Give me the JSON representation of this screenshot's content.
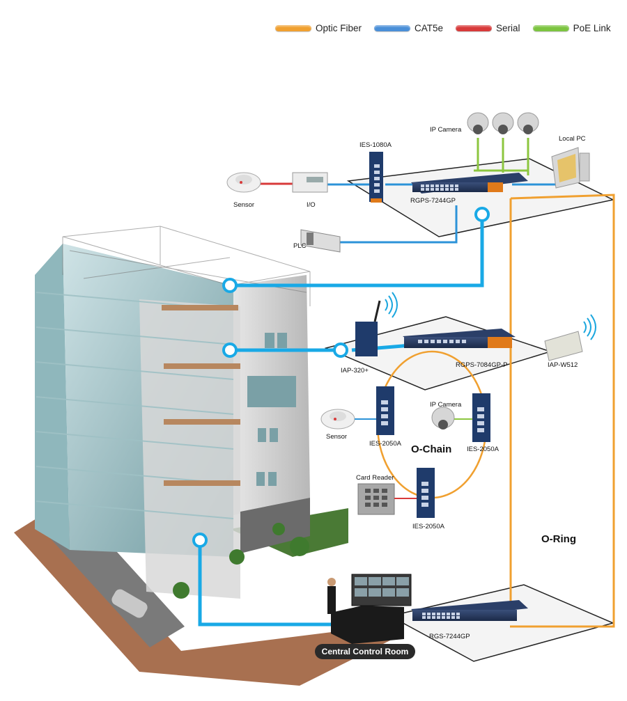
{
  "legend": {
    "items": [
      {
        "label": "Optic Fiber",
        "color": "#f0a030"
      },
      {
        "label": "CAT5e",
        "color": "#4a8fd8"
      },
      {
        "label": "Serial",
        "color": "#d83a3a"
      },
      {
        "label": "PoE Link",
        "color": "#7cc440"
      }
    ]
  },
  "colors": {
    "fiber": "#f0a030",
    "cat5e": "#1aa6de",
    "serial": "#d83a3a",
    "poe": "#8cc63f",
    "chain": "#f0a030",
    "platform": "#2c93d8"
  },
  "top": {
    "ip_camera": "IP Camera",
    "local_pc": "Local  PC",
    "switch_ies1080a": "IES-1080A",
    "sensor": "Sensor",
    "io": "I/O",
    "rgps7244gp": "RGPS-7244GP",
    "plc": "PLC"
  },
  "middle": {
    "iap320": "IAP-320+",
    "rgps7084": "RGPS-7084GP-P",
    "iapw512": "IAP-W512",
    "ip_camera": "IP Camera",
    "sensor": "Sensor",
    "ies2050a_left": "IES-2050A",
    "ies2050a_right": "IES-2050A",
    "o_chain": "O-Chain",
    "card_reader": "Card Reader",
    "ies2050a_bottom": "IES-2050A"
  },
  "bottom": {
    "o_ring": "O-Ring",
    "rgs7244gp": "RGS-7244GP",
    "central_control_room": "Central Control Room"
  }
}
